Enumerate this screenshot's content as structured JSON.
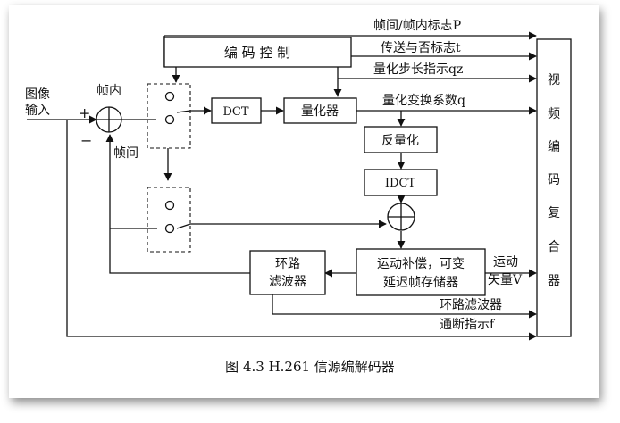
{
  "figure": {
    "caption": "图 4.3 H.261 信源编解码器",
    "blocks": {
      "coding_control": "编 码 控 制",
      "dct": "DCT",
      "quantizer": "量化器",
      "inverse_quantizer": "反量化",
      "idct": "IDCT",
      "motion_comp_line1": "运动补偿，可变",
      "motion_comp_line2": "延迟帧存储器",
      "loop_filter_line1": "环路",
      "loop_filter_line2": "滤波器",
      "mux_chars": [
        "视",
        "频",
        "编",
        "码",
        "复",
        "合",
        "器"
      ]
    },
    "labels": {
      "input_line1": "图像",
      "input_line2": "输入",
      "plus": "+",
      "minus": "−",
      "intra": "帧内",
      "inter": "帧间",
      "flag_p": "帧间/帧内标志P",
      "flag_t": "传送与否标志t",
      "qz": "量化步长指示qz",
      "q": "量化变换系数q",
      "mv_line1": "运动",
      "mv_line2": "矢量V",
      "filter_f_line1": "环路滤波器",
      "filter_f_line2": "通断指示f"
    }
  }
}
